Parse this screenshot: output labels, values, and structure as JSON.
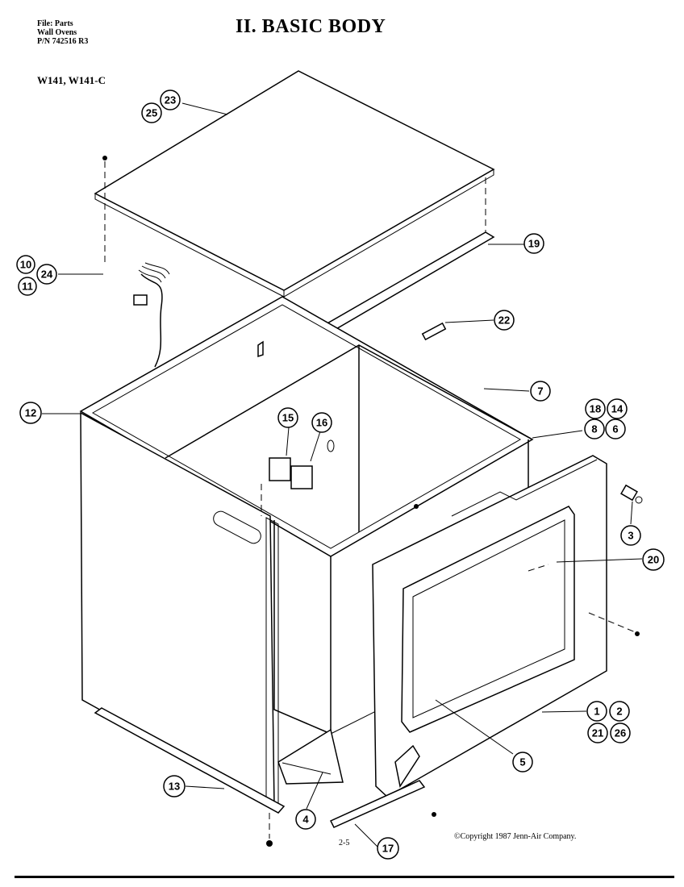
{
  "header": {
    "file_line": "File: Parts",
    "type_line": "Wall Ovens",
    "pn_line": "P/N 742516 R3",
    "title": "II.  BASIC BODY",
    "models": "W141,  W141-C"
  },
  "footer": {
    "page": "2-5",
    "copyright": "©Copyright 1987 Jenn-Air Company."
  },
  "callouts": [
    {
      "id": "c23",
      "label": "23"
    },
    {
      "id": "c25",
      "label": "25"
    },
    {
      "id": "c19",
      "label": "19"
    },
    {
      "id": "c10",
      "label": "10"
    },
    {
      "id": "c24",
      "label": "24"
    },
    {
      "id": "c11",
      "label": "11"
    },
    {
      "id": "c22",
      "label": "22"
    },
    {
      "id": "c7",
      "label": "7"
    },
    {
      "id": "c12",
      "label": "12"
    },
    {
      "id": "c18",
      "label": "18"
    },
    {
      "id": "c14",
      "label": "14"
    },
    {
      "id": "c8",
      "label": "8"
    },
    {
      "id": "c6",
      "label": "6"
    },
    {
      "id": "c15",
      "label": "15"
    },
    {
      "id": "c16",
      "label": "16"
    },
    {
      "id": "c3",
      "label": "3"
    },
    {
      "id": "c20",
      "label": "20"
    },
    {
      "id": "c1",
      "label": "1"
    },
    {
      "id": "c2",
      "label": "2"
    },
    {
      "id": "c21",
      "label": "21"
    },
    {
      "id": "c26",
      "label": "26"
    },
    {
      "id": "c5",
      "label": "5"
    },
    {
      "id": "c13",
      "label": "13"
    },
    {
      "id": "c4",
      "label": "4"
    },
    {
      "id": "c17",
      "label": "17"
    }
  ]
}
